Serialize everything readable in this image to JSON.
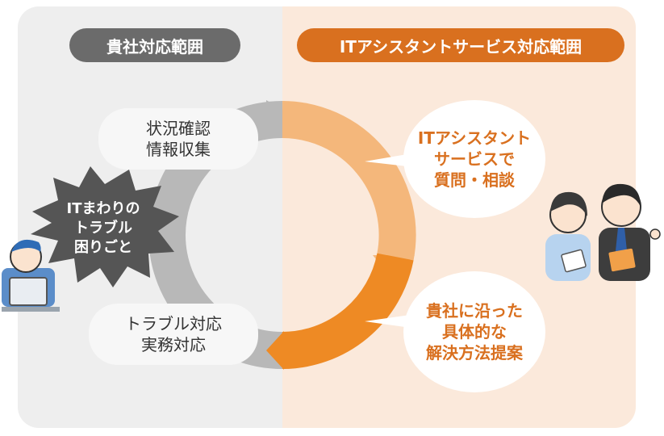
{
  "left_panel": {
    "title": "貴社対応範囲"
  },
  "right_panel": {
    "title": "ITアシスタントサービス対応範囲"
  },
  "steps": {
    "status_check": "状況確認\n情報収集",
    "trouble_response": "トラブル対応\n実務対応",
    "consultation": "ITアシスタント\nサービスで\n質問・相談",
    "solution": "貴社に沿った\n具体的な\n解決方法提案"
  },
  "problem_burst": "ITまわりの\nトラブル\n困りごと",
  "colors": {
    "left_bg": "#eeeeee",
    "right_bg": "#fbe9db",
    "gray_pill": "#6b6b6b",
    "orange_pill": "#d9701f",
    "ring_gray": "#b8b8b8",
    "ring_light_orange": "#f4b77b",
    "ring_orange": "#ee8a24",
    "accent_text": "#d9701f"
  },
  "icons": [
    "worried-office-worker-icon",
    "it-assistant-staff-icon",
    "shout-burst-icon"
  ]
}
